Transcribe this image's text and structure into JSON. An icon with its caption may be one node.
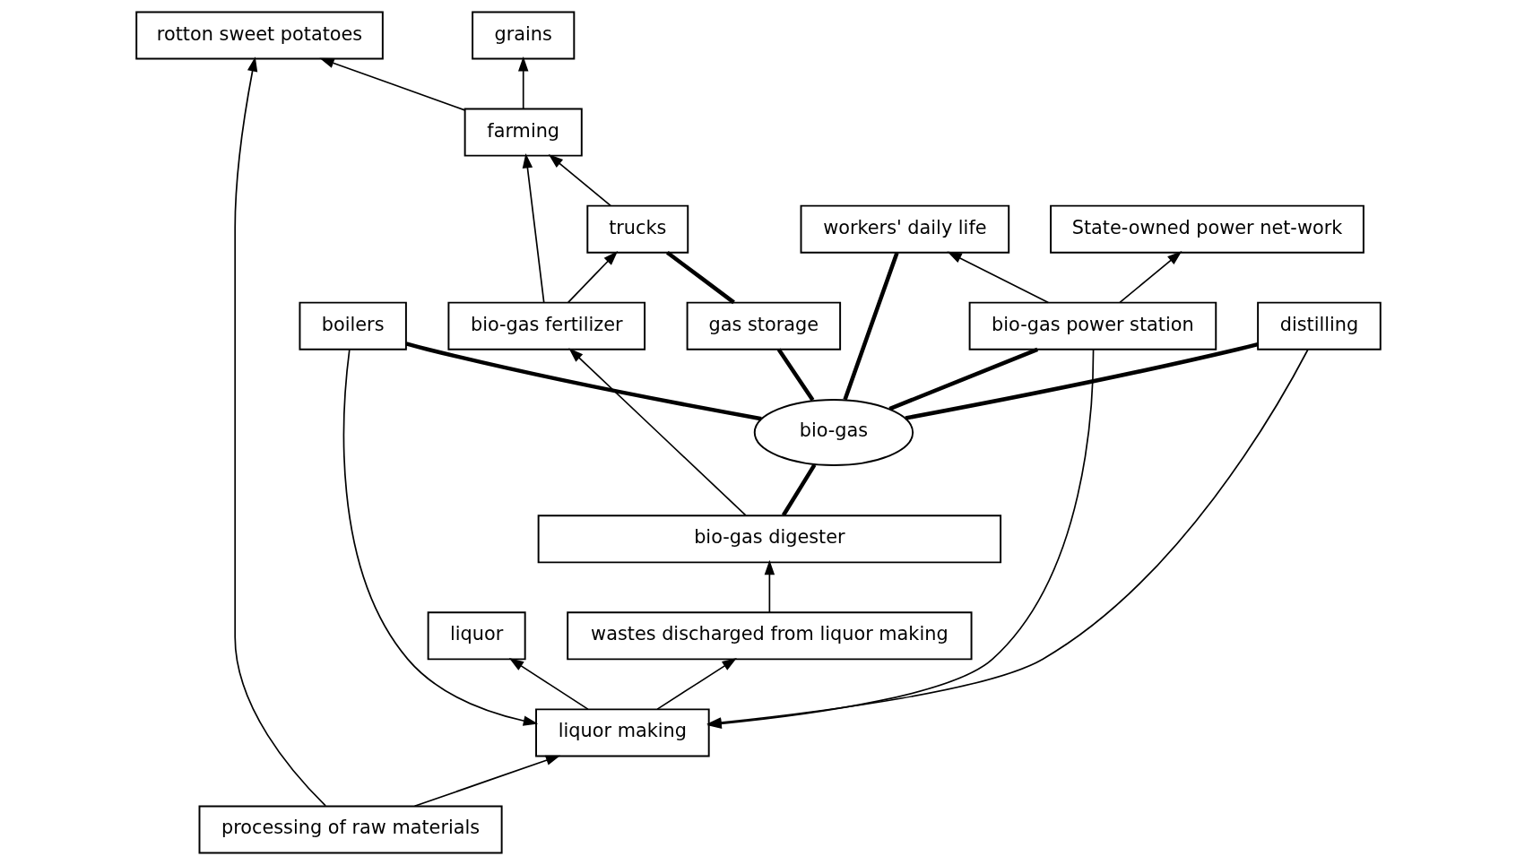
{
  "diagram": {
    "nodes": [
      {
        "text": [
          "grains"
        ]
      },
      {
        "text": [
          "rotton sweet potatoes"
        ]
      },
      {
        "text": [
          "processing of raw materials"
        ]
      },
      {
        "text": [
          "liquor"
        ]
      },
      {
        "text": [
          "farming"
        ]
      },
      {
        "text": [
          "State-owned power net-work"
        ]
      },
      {
        "text": [
          "workers' daily life"
        ]
      },
      {
        "text": [
          "bio-gas power station"
        ]
      },
      {
        "text": [
          "liquor making"
        ]
      },
      {
        "text": [
          "gas storage"
        ]
      },
      {
        "text": [
          "distilling"
        ]
      },
      {
        "text": [
          "trucks"
        ]
      },
      {
        "text": [
          "bio-gas"
        ]
      },
      {
        "text": [
          "boilers"
        ]
      },
      {
        "text": [
          "bio-gas fertilizer"
        ]
      },
      {
        "text": [
          "bio-gas digester"
        ]
      },
      {
        "text": [
          "wastes discharged from liquor making"
        ]
      }
    ],
    "edges": [
      {
        "from": 4,
        "to": 0,
        "arrow": "to"
      },
      {
        "from": 4,
        "to": 1,
        "arrow": "to"
      },
      {
        "from": 2,
        "to": 1,
        "arrow": "to"
      },
      {
        "from": 2,
        "to": 8,
        "arrow": "to"
      },
      {
        "from": 8,
        "to": 3,
        "arrow": "to"
      },
      {
        "from": 7,
        "to": 5,
        "arrow": "to"
      },
      {
        "from": 7,
        "to": 6,
        "arrow": "to"
      },
      {
        "from": 7,
        "to": 8,
        "arrow": "to"
      },
      {
        "from": 12,
        "to": 6,
        "arrow": "none",
        "style": "thick"
      },
      {
        "from": 12,
        "to": 7,
        "arrow": "none",
        "style": "thick"
      },
      {
        "from": 12,
        "to": 10,
        "arrow": "none",
        "style": "thick"
      },
      {
        "from": 12,
        "to": 13,
        "arrow": "none",
        "style": "thick"
      },
      {
        "from": 12,
        "to": 9,
        "arrow": "none",
        "style": "thick"
      },
      {
        "from": 9,
        "to": 11,
        "arrow": "none",
        "style": "thick"
      },
      {
        "from": 11,
        "to": 4,
        "arrow": "to"
      },
      {
        "from": 14,
        "to": 11,
        "arrow": "to"
      },
      {
        "from": 14,
        "to": 4,
        "arrow": "to"
      },
      {
        "from": 15,
        "to": 12,
        "arrow": "none",
        "style": "thick"
      },
      {
        "from": 10,
        "to": 8,
        "arrow": "to"
      },
      {
        "from": 13,
        "to": 8,
        "arrow": "to"
      },
      {
        "from": 8,
        "to": 16,
        "arrow": "to"
      },
      {
        "from": 16,
        "to": 15,
        "arrow": "to"
      },
      {
        "from": 15,
        "to": 14,
        "arrow": "to"
      }
    ]
  }
}
